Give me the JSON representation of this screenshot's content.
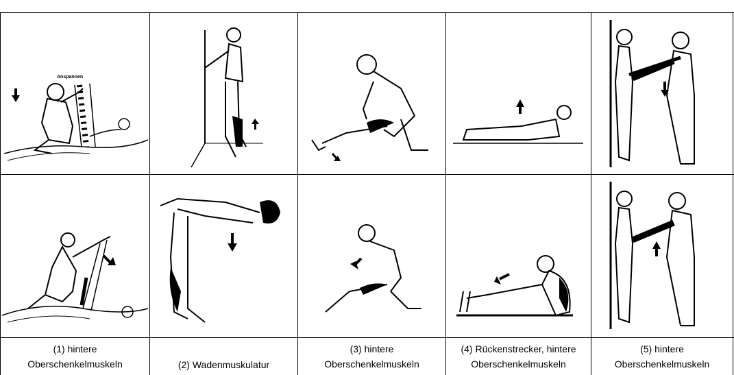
{
  "top_row_annotation": "Anspannen",
  "captions": [
    {
      "line1": "(1) hintere",
      "line2": "Oberschenkelmuskeln"
    },
    {
      "line1": "",
      "line2": "(2) Wadenmuskulatur"
    },
    {
      "line1": "(3) hintere",
      "line2": "Oberschenkelmuskeln"
    },
    {
      "line1": "(4) Rückenstrecker, hintere",
      "line2": "Oberschenkelmuskeln"
    },
    {
      "line1": "(5) hintere",
      "line2": "Oberschenkelmuskeln"
    }
  ],
  "columns": [
    {
      "top": "partner-stretch-hamstring-tense",
      "bottom": "partner-stretch-hamstring-push"
    },
    {
      "top": "wall-calf-stretch",
      "bottom": "forward-bend-stretch"
    },
    {
      "top": "kneeling-hamstring-stretch",
      "bottom": "kneeling-hamstring-stretch-lunge"
    },
    {
      "top": "lying-back-stretch",
      "bottom": "seated-forward-fold"
    },
    {
      "top": "wall-partner-leg-press-down",
      "bottom": "wall-partner-leg-press-up"
    }
  ]
}
